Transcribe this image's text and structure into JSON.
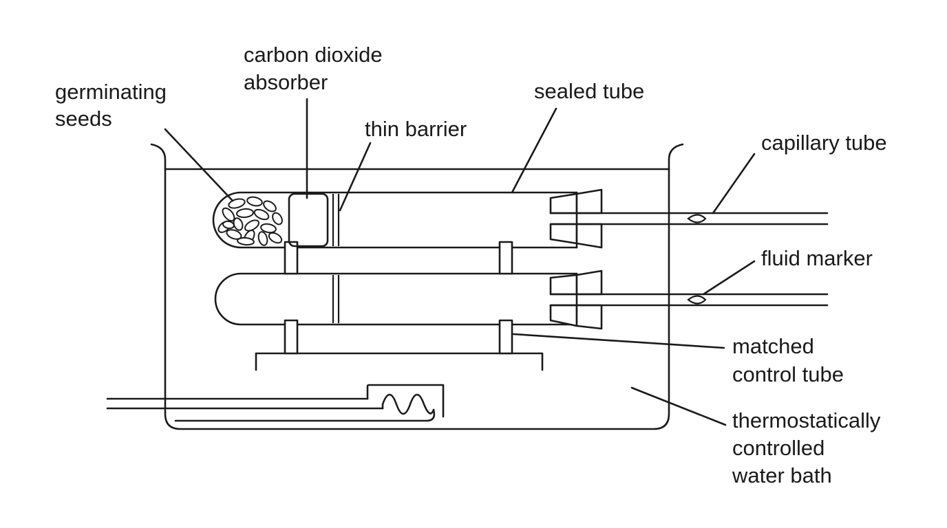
{
  "labels": {
    "germinating_seeds": [
      "germinating",
      "seeds"
    ],
    "carbon_dioxide_absorber": [
      "carbon dioxide",
      "absorber"
    ],
    "thin_barrier": "thin barrier",
    "sealed_tube": "sealed tube",
    "capillary_tube": "capillary tube",
    "fluid_marker": "fluid marker",
    "matched_control_tube": [
      "matched",
      "control tube"
    ],
    "water_bath": [
      "thermostatically",
      "controlled",
      "water bath"
    ]
  },
  "colors": {
    "line": "#1a1a1a",
    "background": "#ffffff"
  }
}
